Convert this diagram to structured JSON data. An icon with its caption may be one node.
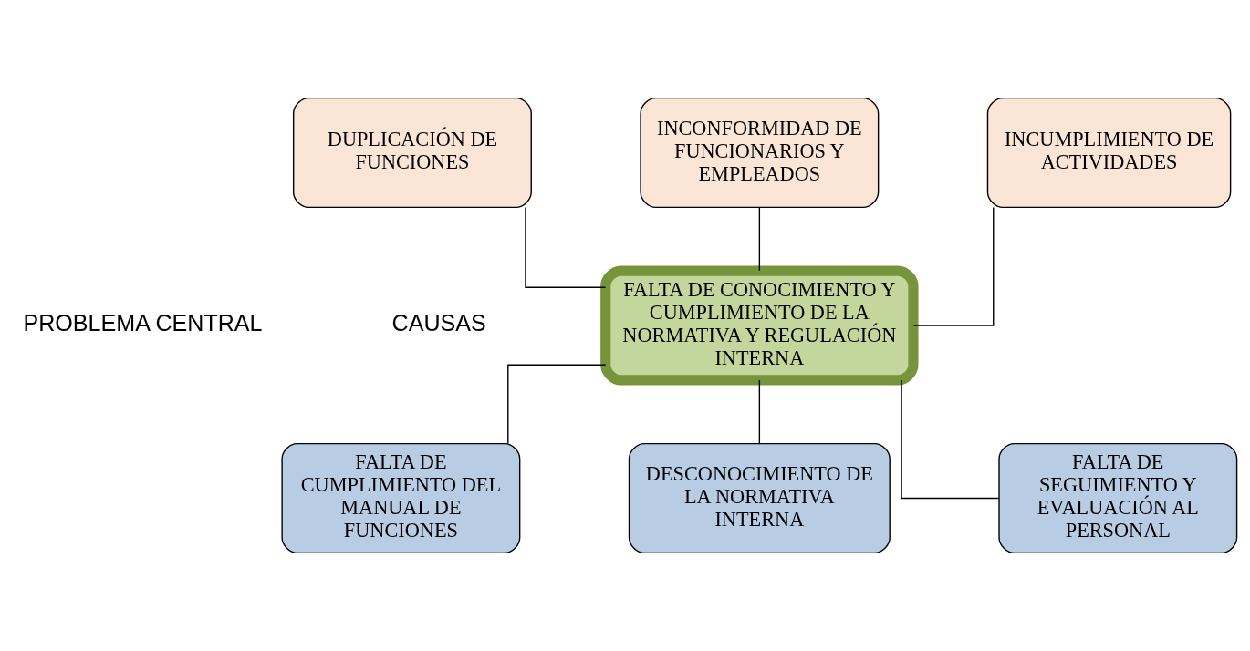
{
  "diagram": {
    "nodes": [
      {
        "text": [
          "DUPLICACIÓN DE FUNCIONES"
        ]
      },
      {
        "text": [
          "INCONFORMIDAD DE FUNCIONARIOS Y EMPLEADOS"
        ]
      },
      {
        "text": [
          "INCUMPLIMIENTO DE ACTIVIDADES"
        ]
      },
      {
        "text": [
          "FALTA DE CONOCIMIENTO Y CUMPLIMIENTO DE LA NORMATIVA Y REGULACIÓN INTERNA"
        ]
      },
      {
        "text": [
          "FALTA DE CUMPLIMIENTO DEL MANUAL DE FUNCIONES"
        ]
      },
      {
        "text": [
          "DESCONOCIMIENTO DE LA NORMATIVA INTERNA"
        ]
      },
      {
        "text": [
          "FALTA DE SEGUIMIENTO Y EVALUACIÓN AL PERSONAL"
        ]
      }
    ],
    "edges": [
      {
        "from": 0,
        "to": 3,
        "arrow": "none"
      },
      {
        "from": 1,
        "to": 3,
        "arrow": "none"
      },
      {
        "from": 2,
        "to": 3,
        "arrow": "none"
      },
      {
        "from": 3,
        "to": 4,
        "arrow": "none"
      },
      {
        "from": 3,
        "to": 5,
        "arrow": "none"
      },
      {
        "from": 3,
        "to": 6,
        "arrow": "none"
      }
    ],
    "labels": [
      "PROBLEMA CENTRAL",
      "CAUSAS"
    ]
  }
}
